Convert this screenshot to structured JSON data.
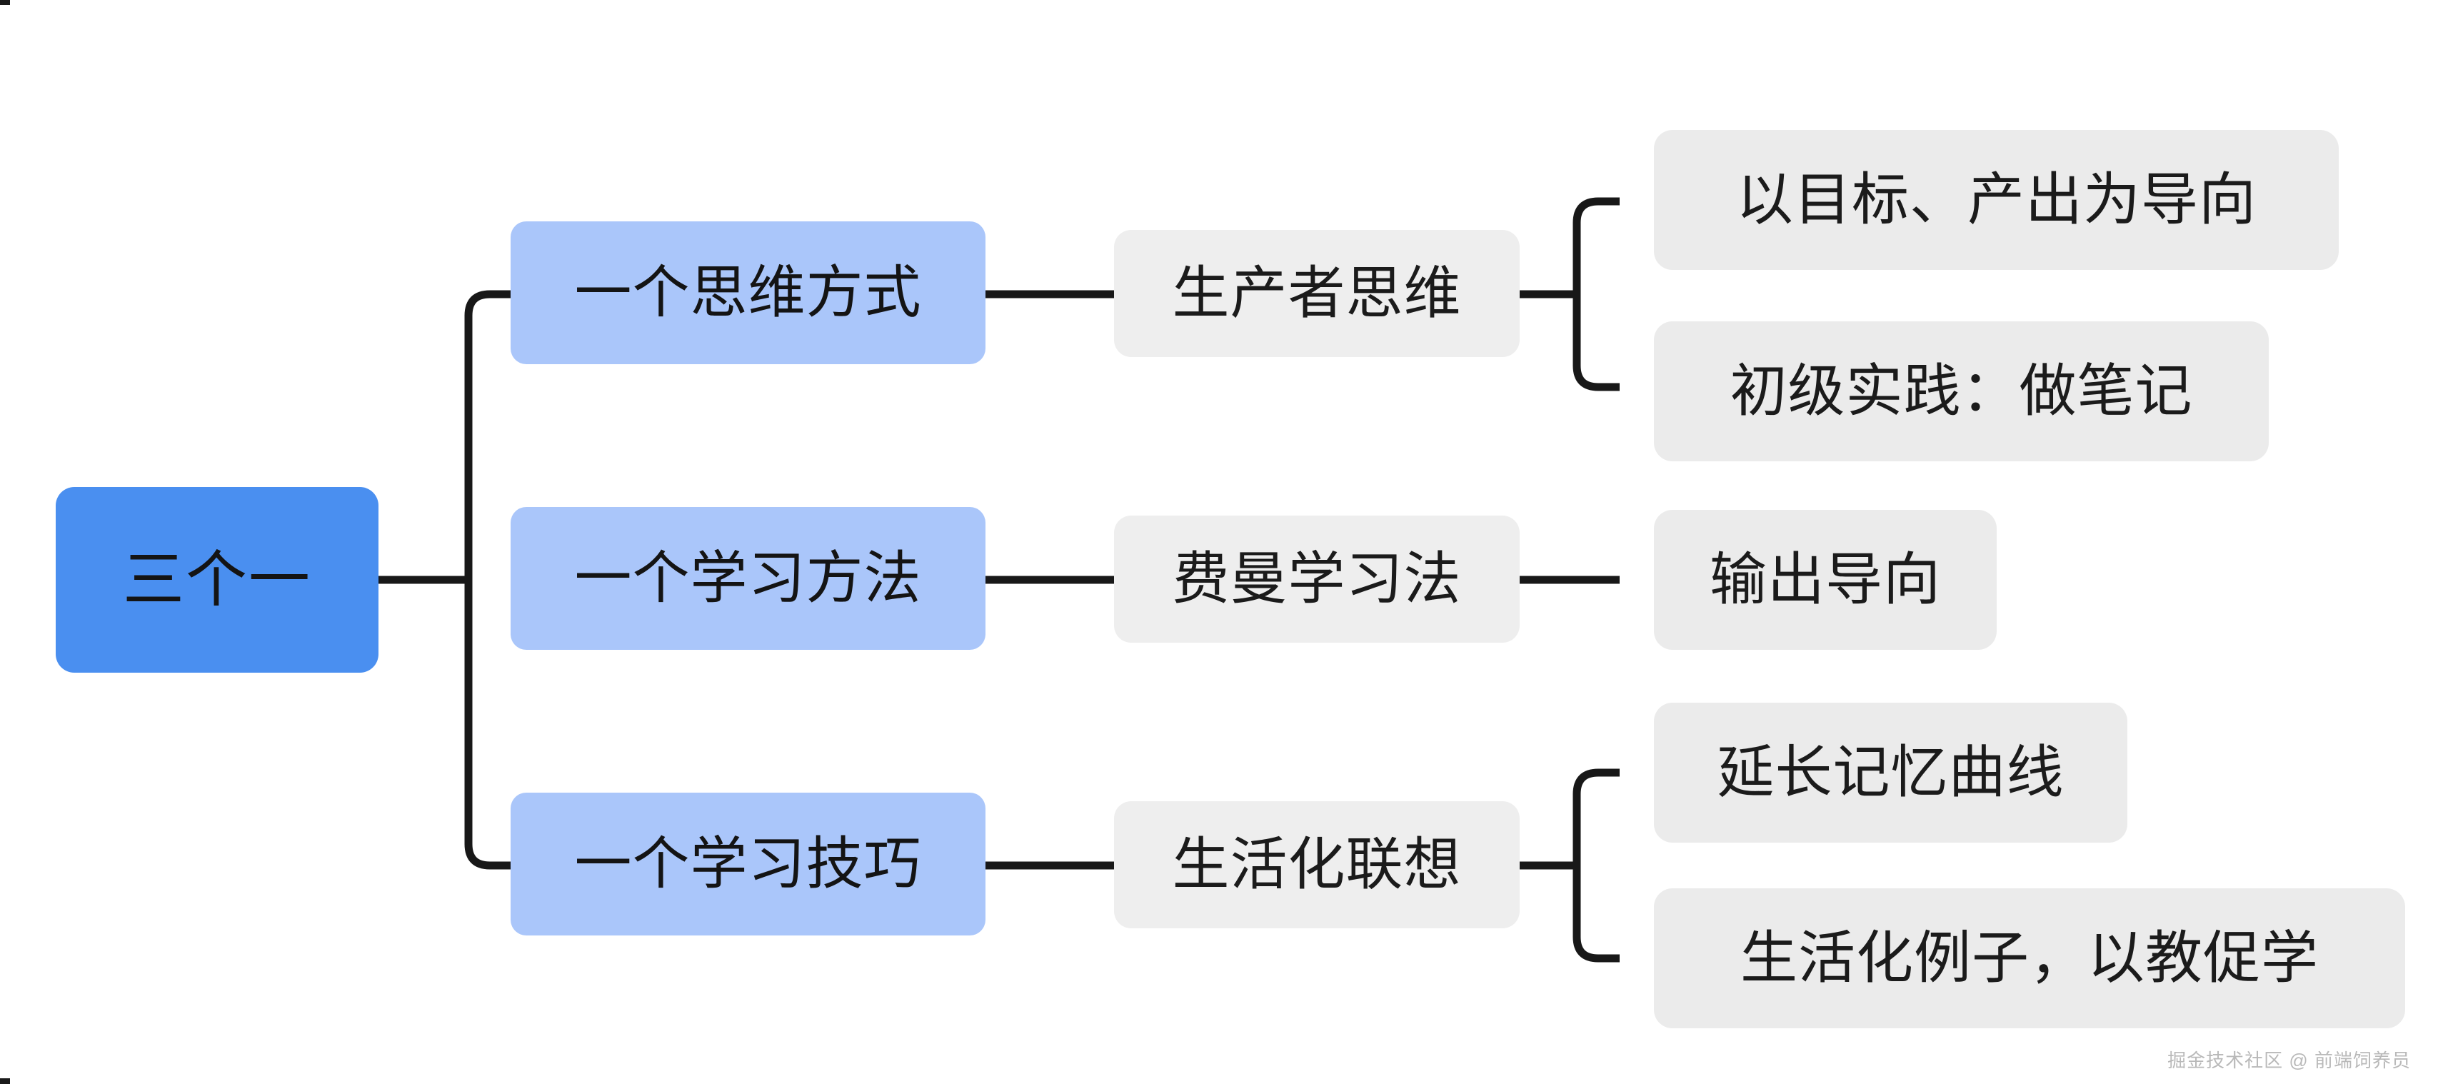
{
  "diagram": {
    "type": "mind-map",
    "title": "三个一",
    "orientation": "left-to-right",
    "root": {
      "label": "三个一",
      "color": "#4a8ff0"
    },
    "branch_color": "#aac6fa",
    "leaf_color": "#ebebeb",
    "line_color": "#181818",
    "branches": [
      {
        "label": "一个思维方式",
        "child": {
          "label": "生产者思维",
          "leaves": [
            {
              "label": "以目标、产出为导向"
            },
            {
              "label": "初级实践：做笔记"
            }
          ]
        }
      },
      {
        "label": "一个学习方法",
        "child": {
          "label": "费曼学习法",
          "leaves": [
            {
              "label": "输出导向"
            }
          ]
        }
      },
      {
        "label": "一个学习技巧",
        "child": {
          "label": "生活化联想",
          "leaves": [
            {
              "label": "延长记忆曲线"
            },
            {
              "label": "生活化例子，以教促学"
            }
          ]
        }
      }
    ]
  },
  "watermark": {
    "text": "掘金技术社区 @ 前端饲养员"
  }
}
